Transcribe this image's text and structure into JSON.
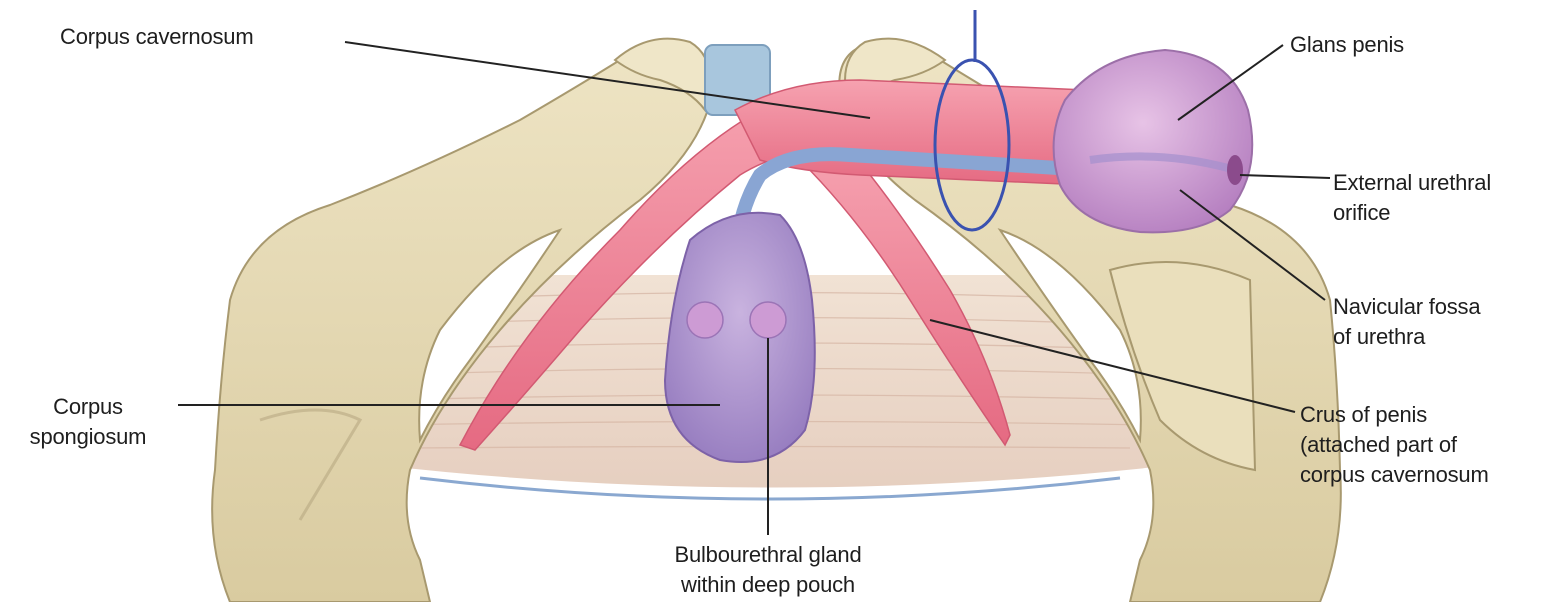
{
  "figure": {
    "labels": {
      "corpus_cavernosum": "Corpus cavernosum",
      "glans_penis": "Glans penis",
      "external_urethral_orifice": [
        "External urethral",
        "orifice"
      ],
      "navicular_fossa": [
        "Navicular fossa",
        "of urethra"
      ],
      "crus_of_penis": [
        "Crus of penis",
        "(attached part of",
        "corpus cavernosum"
      ],
      "corpus_spongiosum": [
        "Corpus",
        "spongiosum"
      ],
      "bulbourethral_gland": [
        "Bulbourethral gland",
        "within deep pouch"
      ]
    }
  },
  "colors": {
    "bone": "#e8dcb6",
    "bone_shadow": "#b8a982",
    "cavernosum": "#ef8497",
    "spongiosum": "#a48fc7",
    "glans": "#c99bd2",
    "urethra": "#7f9fcf",
    "membrane": "#eddccc",
    "leader_line": "#222222",
    "nerve_loop": "#3a52b0"
  }
}
